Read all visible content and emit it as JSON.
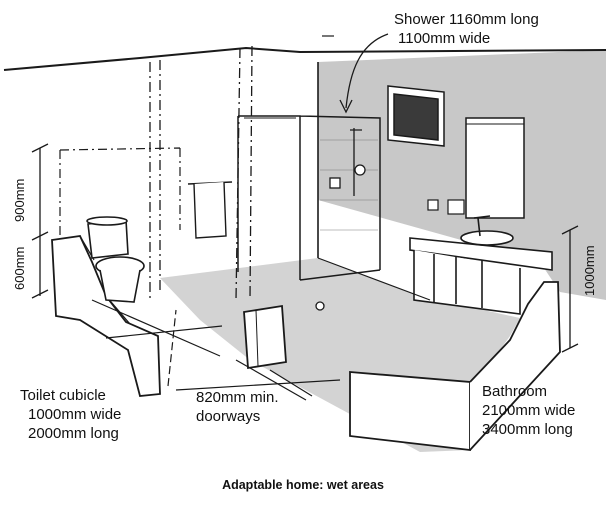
{
  "labels": {
    "shower_line1": "Shower 1160mm long",
    "shower_line2": "1100mm wide",
    "toilet_line1": "Toilet cubicle",
    "toilet_line2": "1000mm wide",
    "toilet_line3": "2000mm long",
    "doorway_line1": "820mm min.",
    "doorway_line2": "doorways",
    "bathroom_line1": "Bathroom",
    "bathroom_line2": "2100mm wide",
    "bathroom_line3": "3400mm long",
    "dim_900": "900mm",
    "dim_600": "600mm",
    "dim_1000": "1000mm"
  },
  "caption": "Adaptable home: wet areas",
  "colors": {
    "line": "#1a1a1a",
    "wall_shade": "#c8c8c8",
    "floor_shade": "#d3d3d3",
    "paper": "#ffffff"
  }
}
